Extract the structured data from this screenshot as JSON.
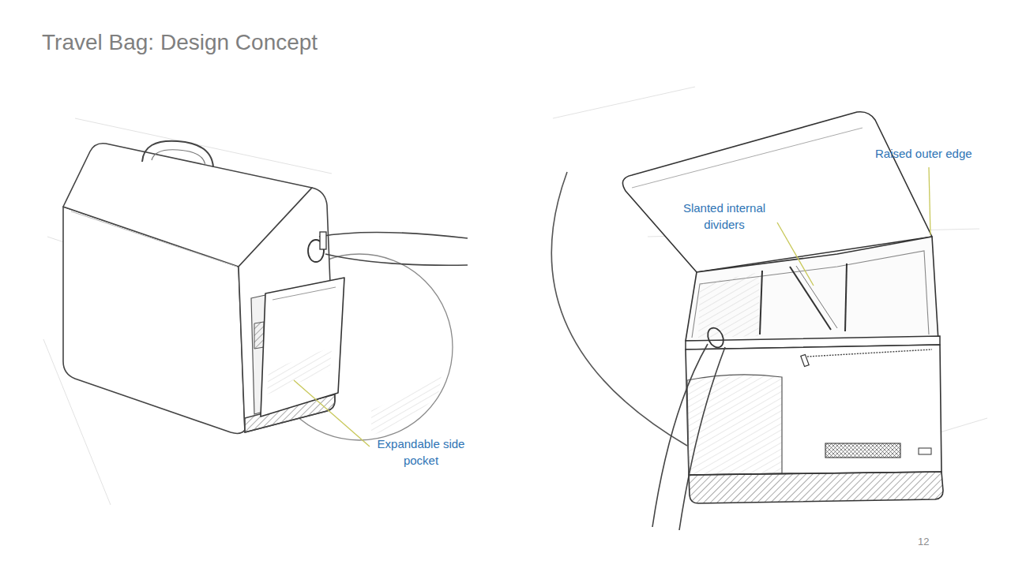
{
  "diagram": {
    "title": "Travel Bag: Design Concept",
    "labels": [
      "Expandable side pocket",
      "Slanted internal dividers",
      "Raised outer edge",
      "12"
    ]
  }
}
